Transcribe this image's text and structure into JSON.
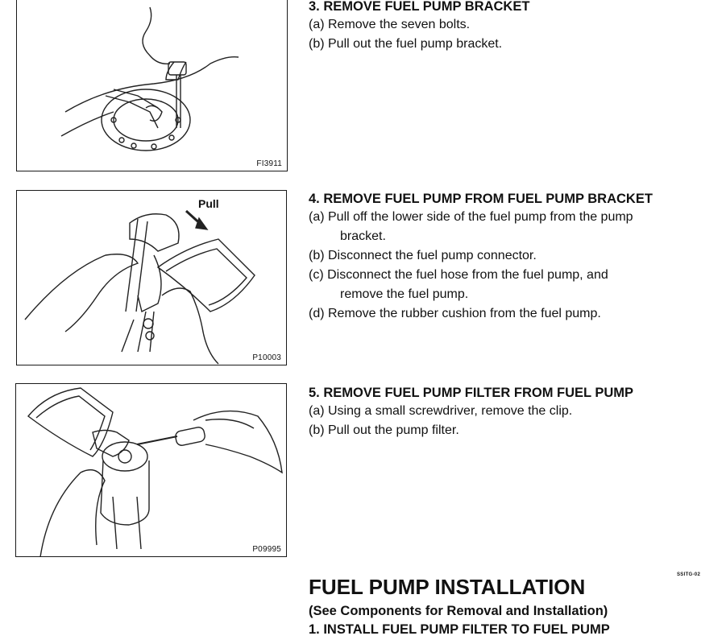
{
  "figures": [
    {
      "code": "FI3911"
    },
    {
      "code": "P10003",
      "callout": "Pull"
    },
    {
      "code": "P09995"
    }
  ],
  "steps": [
    {
      "title": "3. REMOVE FUEL PUMP BRACKET",
      "lines": [
        "(a) Remove the seven bolts.",
        "(b) Pull out the fuel pump bracket."
      ]
    },
    {
      "title": "4. REMOVE FUEL PUMP FROM FUEL PUMP BRACKET",
      "lines": [
        "(a) Pull off the lower side of the fuel pump from the pump",
        "bracket.",
        "(b) Disconnect the fuel pump connector.",
        "(c) Disconnect the fuel hose from the fuel pump, and",
        "remove the fuel pump.",
        "(d) Remove the rubber cushion from the fuel pump."
      ]
    },
    {
      "title": "5. REMOVE FUEL PUMP FILTER FROM FUEL PUMP",
      "lines": [
        "(a) Using a small screwdriver, remove the clip.",
        "(b) Pull out the pump filter."
      ]
    }
  ],
  "installation": {
    "title": "FUEL PUMP INSTALLATION",
    "subtitle": "(See Components for Removal and Installation)",
    "first_step": "1. INSTALL FUEL PUMP FILTER TO FUEL PUMP",
    "code": "SSITG-02"
  }
}
